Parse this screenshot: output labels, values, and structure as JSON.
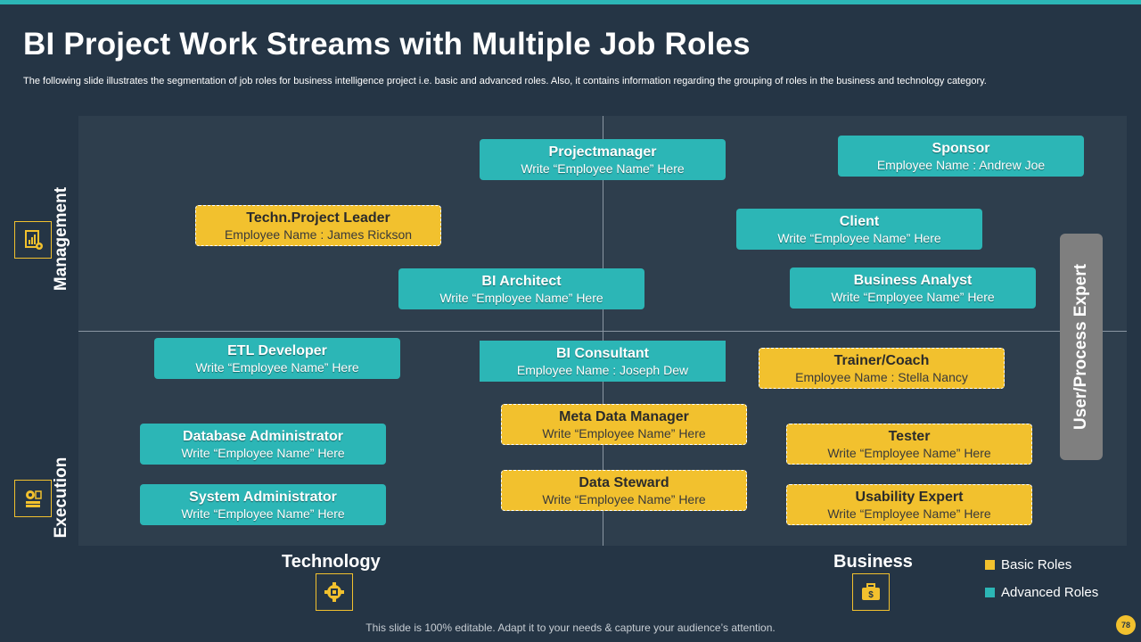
{
  "slide": {
    "title": "BI Project Work Streams with Multiple Job Roles",
    "subtitle": "The following slide illustrates the segmentation of job roles for business intelligence project i.e. basic and advanced roles. Also, it contains information regarding the grouping of roles in the business and technology category.",
    "footer": "This slide is 100% editable. Adapt it to your needs & capture your audience’s attention.",
    "page_number": "78"
  },
  "axes": {
    "management": "Management",
    "execution": "Execution",
    "technology": "Technology",
    "business": "Business",
    "user_process_expert": "User/Process Expert"
  },
  "legend": {
    "basic": "Basic Roles",
    "advanced": "Advanced Roles"
  },
  "colors": {
    "background": "#253545",
    "plot": "#2e3e4d",
    "advanced": "#2cb6b6",
    "basic": "#f2c12e",
    "expert_bar": "#7f7f7f"
  },
  "icons": {
    "management": "management-chart-gear-icon",
    "execution": "execution-gear-document-icon",
    "technology": "technology-gear-chip-icon",
    "business": "business-briefcase-dollar-icon"
  },
  "roles": {
    "project_manager": {
      "role": "Projectmanager",
      "name": "Write “Employee Name” Here",
      "type": "advanced"
    },
    "sponsor": {
      "role": "Sponsor",
      "name": "Employee Name : Andrew Joe",
      "type": "advanced"
    },
    "tech_project_leader": {
      "role": "Techn.Project Leader",
      "name": "Employee Name : James Rickson",
      "type": "basic"
    },
    "client": {
      "role": "Client",
      "name": "Write “Employee Name” Here",
      "type": "advanced"
    },
    "bi_architect": {
      "role": "BI Architect",
      "name": "Write “Employee Name” Here",
      "type": "advanced"
    },
    "business_analyst": {
      "role": "Business Analyst",
      "name": "Write “Employee Name” Here",
      "type": "advanced"
    },
    "etl_developer": {
      "role": "ETL Developer",
      "name": "Write “Employee Name” Here",
      "type": "advanced"
    },
    "bi_consultant": {
      "role": "BI Consultant",
      "name": "Employee Name : Joseph Dew",
      "type": "advanced"
    },
    "trainer_coach": {
      "role": "Trainer/Coach",
      "name": "Employee Name : Stella Nancy",
      "type": "basic"
    },
    "meta_data_manager": {
      "role": "Meta Data Manager",
      "name": "Write “Employee Name” Here",
      "type": "basic"
    },
    "database_administrator": {
      "role": "Database Administrator",
      "name": "Write “Employee Name” Here",
      "type": "advanced"
    },
    "tester": {
      "role": "Tester",
      "name": "Write “Employee Name” Here",
      "type": "basic"
    },
    "data_steward": {
      "role": "Data Steward",
      "name": "Write “Employee Name” Here",
      "type": "basic"
    },
    "system_administrator": {
      "role": "System Administrator",
      "name": "Write “Employee Name” Here",
      "type": "advanced"
    },
    "usability_expert": {
      "role": "Usability Expert",
      "name": "Write “Employee Name” Here",
      "type": "basic"
    }
  }
}
